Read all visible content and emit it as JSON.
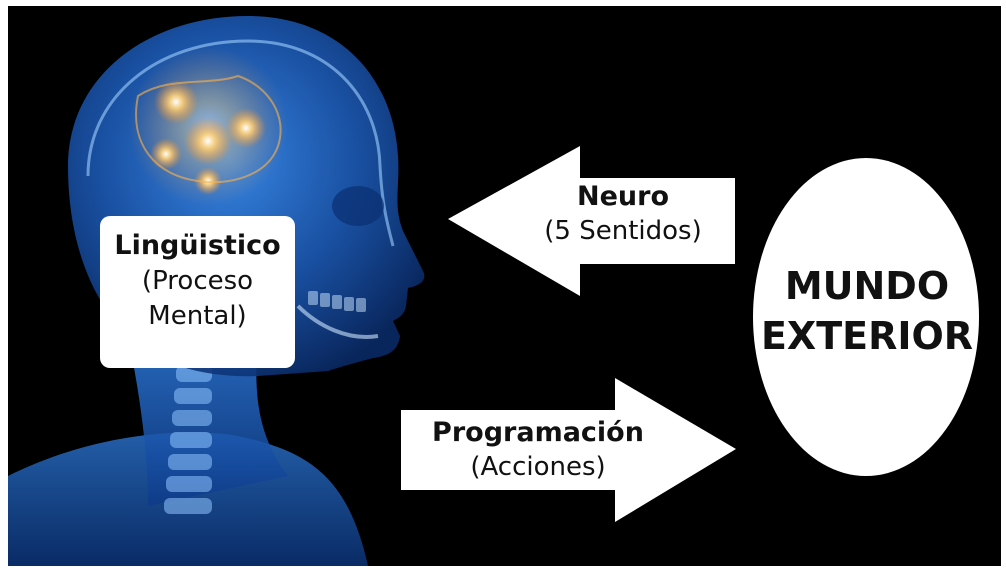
{
  "brain_box": {
    "title": "Lingüistico",
    "line1": "(Proceso",
    "line2": "Mental)"
  },
  "neuro_arrow": {
    "title": "Neuro",
    "subtitle": "(5 Sentidos)",
    "direction": "left"
  },
  "programming_arrow": {
    "title": "Programación",
    "subtitle": "(Acciones)",
    "direction": "right"
  },
  "world": {
    "line1": "MUNDO",
    "line2": "EXTERIOR"
  },
  "colors": {
    "background": "#000000",
    "head_glow": "#1e6fd8",
    "brain_light": "#ffb347",
    "shapes": "#ffffff",
    "text": "#111111"
  },
  "icons": {
    "head": "glowing-head-skull-illustration"
  }
}
